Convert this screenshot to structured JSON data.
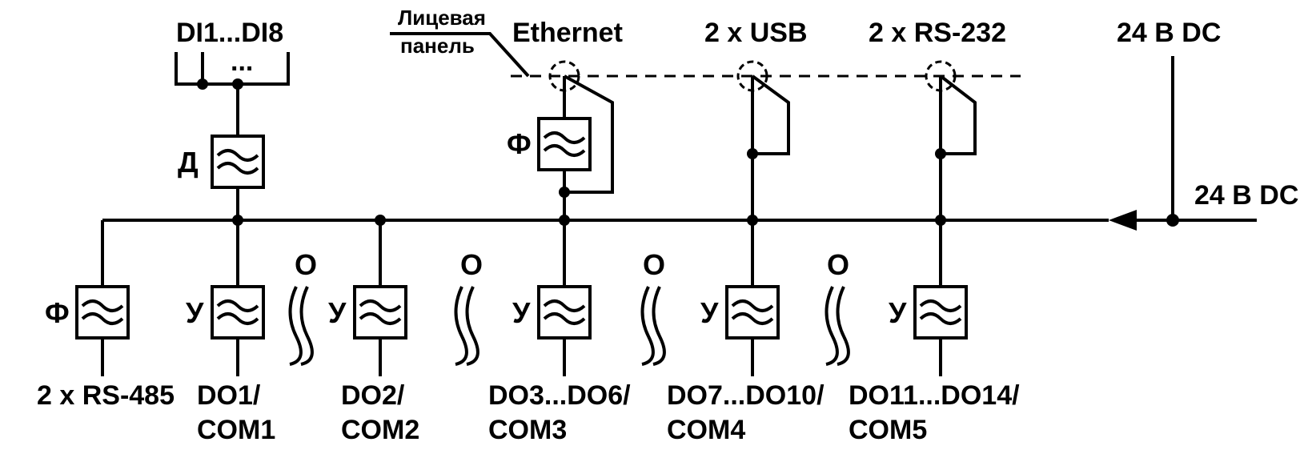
{
  "top_labels": {
    "di": "DI1...DI8",
    "di_dots": "...",
    "panel_line1": "Лицевая",
    "panel_line2": "панель",
    "ethernet": "Ethernet",
    "usb": "2 x USB",
    "rs232": "2 x RS-232",
    "power_top": "24 В DC",
    "power_side": "24 В DC"
  },
  "filters": {
    "d": "Д",
    "f": "Ф",
    "u": "У",
    "o": "О"
  },
  "bottom_labels": {
    "rs485": "2 x RS-485",
    "do1": "DO1/",
    "com1": "COM1",
    "do2": "DO2/",
    "com2": "COM2",
    "do3": "DO3...DO6/",
    "com3": "COM3",
    "do7": "DO7...DO10/",
    "com4": "COM4",
    "do11": "DO11...DO14/",
    "com5": "COM5"
  }
}
